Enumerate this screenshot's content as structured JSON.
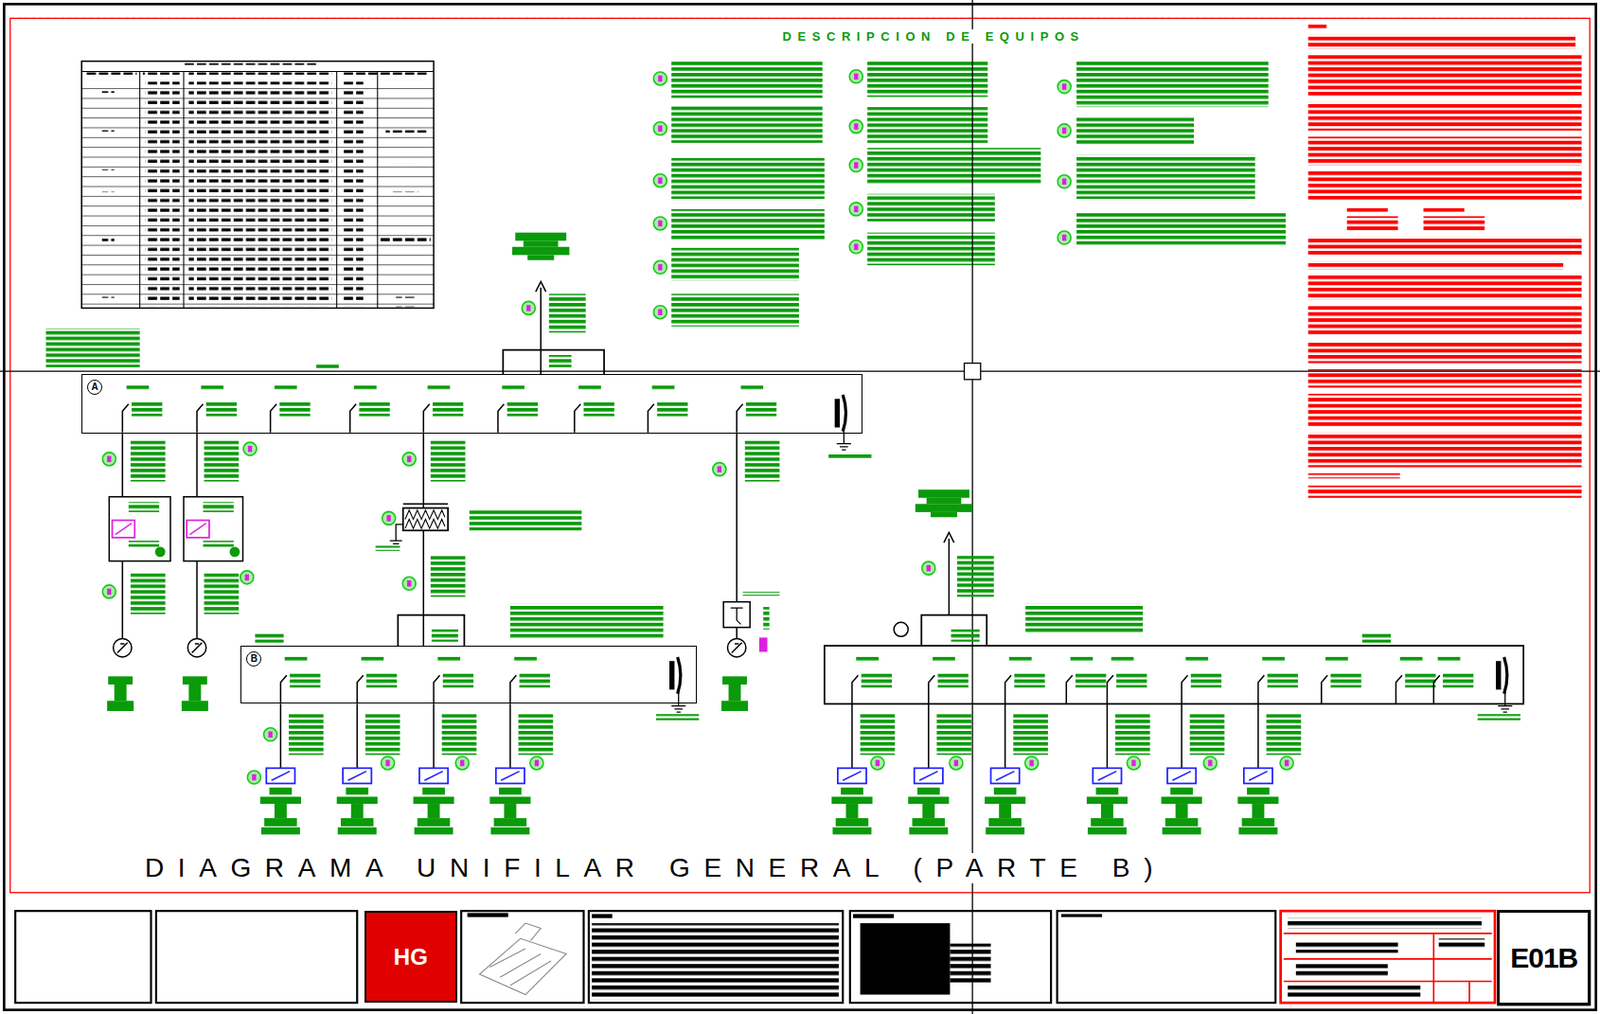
{
  "diagram": {
    "title": "DIAGRAMA UNIFILAR GENERAL (PARTE B)",
    "nodes": [
      {
        "text": [
          "A"
        ]
      },
      {
        "text": [
          "B"
        ]
      },
      {
        "text": [
          "HG"
        ]
      },
      {
        "text": [
          "E01B"
        ]
      }
    ],
    "edges": [
      {
        "from": 0,
        "to": 1,
        "arrow": "none"
      }
    ],
    "labels": [
      "DESCRIPCION DE EQUIPOS"
    ]
  }
}
